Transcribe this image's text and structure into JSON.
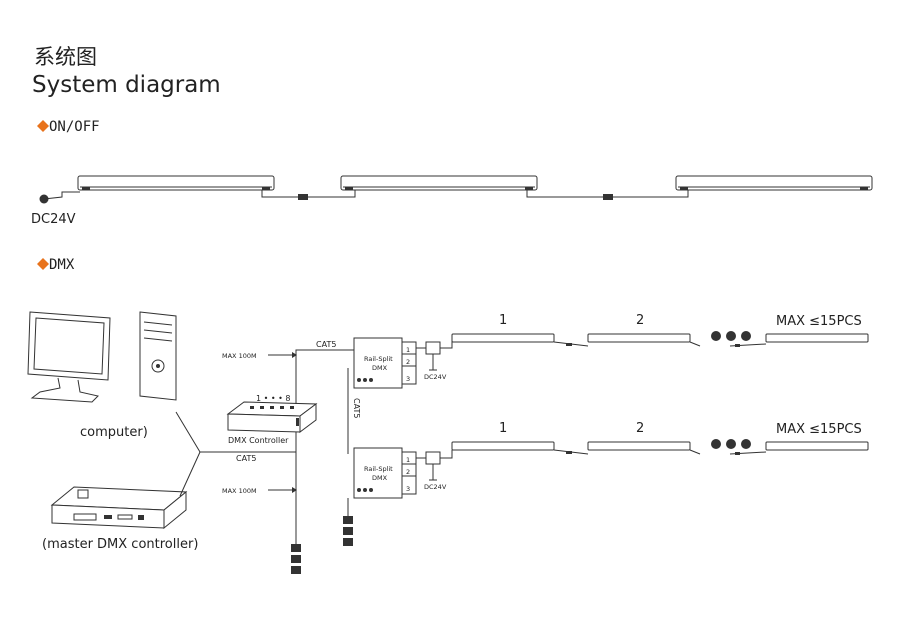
{
  "title": {
    "cn": "系统图",
    "en": "System diagram"
  },
  "sections": {
    "onoff": "ON/OFF",
    "dmx": "DMX"
  },
  "accent_color": "#e8731c",
  "onoff": {
    "power_label": "DC24V"
  },
  "dmx": {
    "computer_label": "computer)",
    "master_label": "(master DMX controller)",
    "controller_label": "DMX Controller",
    "controller_ports": "1 • • • 8",
    "max_top": "MAX 100M",
    "max_bottom": "MAX 100M",
    "cat5_top": "CAT5",
    "cat5_mid": "CAT5",
    "cat5_vertical": "CAT5",
    "splitter_label_1": "Rail-Split",
    "splitter_label_2": "DMX",
    "splitter_ports": [
      "1",
      "2",
      "3"
    ],
    "dc_label_1": "DC24V",
    "dc_label_2": "DC24V",
    "row1": {
      "bar1": "1",
      "bar2": "2",
      "max": "MAX ≤15PCS"
    },
    "row2": {
      "bar1": "1",
      "bar2": "2",
      "max": "MAX ≤15PCS"
    }
  }
}
